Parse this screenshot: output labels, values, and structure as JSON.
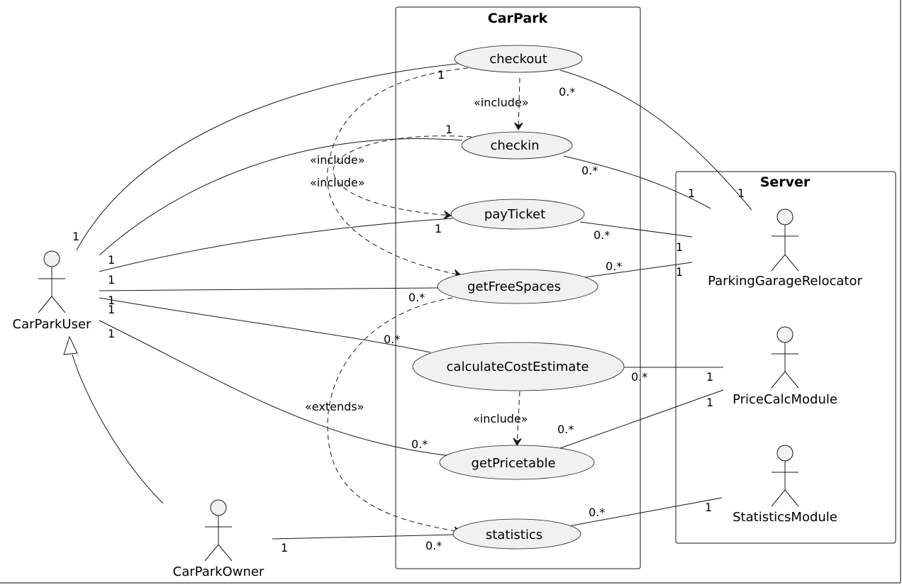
{
  "boundaries": {
    "carpark": "CarPark",
    "server": "Server"
  },
  "usecases": {
    "checkout": "checkout",
    "checkin": "checkin",
    "payticket": "payTicket",
    "getfreespaces": "getFreeSpaces",
    "calccost": "calculateCostEstimate",
    "getpricetable": "getPricetable",
    "statistics": "statistics"
  },
  "actors": {
    "carparkuser": "CarParkUser",
    "carparkowner": "CarParkOwner",
    "relocator": "ParkingGarageRelocator",
    "pricecalc": "PriceCalcModule",
    "statsmodule": "StatisticsModule"
  },
  "stereotypes": {
    "include": "«include»",
    "extends": "«extends»"
  },
  "multiplicities": {
    "one": "1",
    "many": "0.*"
  }
}
